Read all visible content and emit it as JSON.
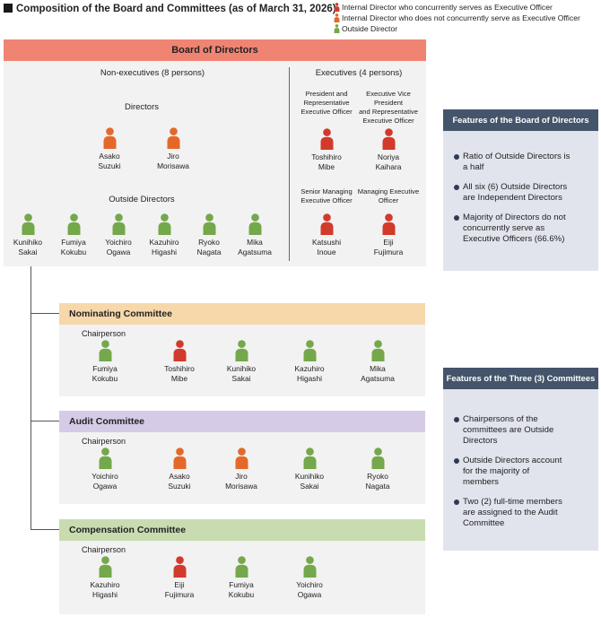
{
  "title": "Composition of the Board and Committees (as of March 31, 2026)",
  "colors": {
    "executive": "#d23a2b",
    "internal": "#e3692b",
    "outside": "#74a84a"
  },
  "legend": [
    {
      "label": "Internal Director who concurrently serves as  Executive Officer",
      "type": "executive"
    },
    {
      "label": "Internal Director who does not concurrently serve as Executive Officer",
      "type": "internal"
    },
    {
      "label": "Outside Director",
      "type": "outside"
    }
  ],
  "board": {
    "title": "Board of Directors",
    "non_exec_heading": "Non-executives (8 persons)",
    "exec_heading": "Executives (4 persons)",
    "directors_label": "Directors",
    "outside_label": "Outside Directors",
    "directors": [
      {
        "name": [
          "Asako",
          "Suzuki"
        ],
        "type": "internal"
      },
      {
        "name": [
          "Jiro",
          "Morisawa"
        ],
        "type": "internal"
      }
    ],
    "outside": [
      {
        "name": [
          "Kunihiko",
          "Sakai"
        ],
        "type": "outside"
      },
      {
        "name": [
          "Fumiya",
          "Kokubu"
        ],
        "type": "outside"
      },
      {
        "name": [
          "Yoichiro",
          "Ogawa"
        ],
        "type": "outside"
      },
      {
        "name": [
          "Kazuhiro",
          "Higashi"
        ],
        "type": "outside"
      },
      {
        "name": [
          "Ryoko",
          "Nagata"
        ],
        "type": "outside"
      },
      {
        "name": [
          "Mika",
          "Agatsuma"
        ],
        "type": "outside"
      }
    ],
    "executives": [
      {
        "role": [
          "President and",
          "Representative",
          "Executive Officer"
        ],
        "name": [
          "Toshihiro",
          "Mibe"
        ],
        "type": "executive"
      },
      {
        "role": [
          "Executive Vice President",
          "and Representative",
          "Executive Officer"
        ],
        "name": [
          "Noriya",
          "Kaihara"
        ],
        "type": "executive"
      },
      {
        "role": [
          "Senior Managing",
          "Executive Officer"
        ],
        "name": [
          "Katsushi",
          "Inoue"
        ],
        "type": "executive"
      },
      {
        "role": [
          "Managing Executive",
          "Officer"
        ],
        "name": [
          "Eiji",
          "Fujimura"
        ],
        "type": "executive"
      }
    ]
  },
  "committees": [
    {
      "title": "Nominating Committee",
      "color": "#f7d8ab",
      "chair_label": "Chairperson",
      "members": [
        {
          "name": [
            "Fumiya",
            "Kokubu"
          ],
          "type": "outside"
        },
        {
          "name": [
            "Toshihiro",
            "Mibe"
          ],
          "type": "executive"
        },
        {
          "name": [
            "Kunihiko",
            "Sakai"
          ],
          "type": "outside"
        },
        {
          "name": [
            "Kazuhiro",
            "Higashi"
          ],
          "type": "outside"
        },
        {
          "name": [
            "Mika",
            "Agatsuma"
          ],
          "type": "outside"
        }
      ]
    },
    {
      "title": "Audit Committee",
      "color": "#d6cbe6",
      "chair_label": "Chairperson",
      "members": [
        {
          "name": [
            "Yoichiro",
            "Ogawa"
          ],
          "type": "outside"
        },
        {
          "name": [
            "Asako",
            "Suzuki"
          ],
          "type": "internal"
        },
        {
          "name": [
            "Jiro",
            "Morisawa"
          ],
          "type": "internal"
        },
        {
          "name": [
            "Kunihiko",
            "Sakai"
          ],
          "type": "outside"
        },
        {
          "name": [
            "Ryoko",
            "Nagata"
          ],
          "type": "outside"
        }
      ]
    },
    {
      "title": "Compensation Committee",
      "color": "#c8dcb0",
      "chair_label": "Chairperson",
      "members": [
        {
          "name": [
            "Kazuhiro",
            "Higashi"
          ],
          "type": "outside"
        },
        {
          "name": [
            "Eiji",
            "Fujimura"
          ],
          "type": "executive"
        },
        {
          "name": [
            "Fumiya",
            "Kokubu"
          ],
          "type": "outside"
        },
        {
          "name": [
            "Yoichiro",
            "Ogawa"
          ],
          "type": "outside"
        }
      ]
    }
  ],
  "features_board": {
    "title": "Features of the Board of Directors",
    "bullets": [
      [
        "Ratio of Outside Directors is",
        "a half"
      ],
      [
        "All six (6) Outside Directors",
        "are Independent Directors"
      ],
      [
        "Majority of Directors do not",
        "concurrently serve as",
        "Executive Officers (66.6%)"
      ]
    ]
  },
  "features_committees": {
    "title": "Features of the Three (3) Committees",
    "bullets": [
      [
        "Chairpersons of the",
        "committees are Outside",
        "Directors"
      ],
      [
        "Outside Directors account",
        "for the majority of",
        "members"
      ],
      [
        "Two (2) full-time members",
        "are assigned to the Audit",
        "Committee"
      ]
    ]
  }
}
